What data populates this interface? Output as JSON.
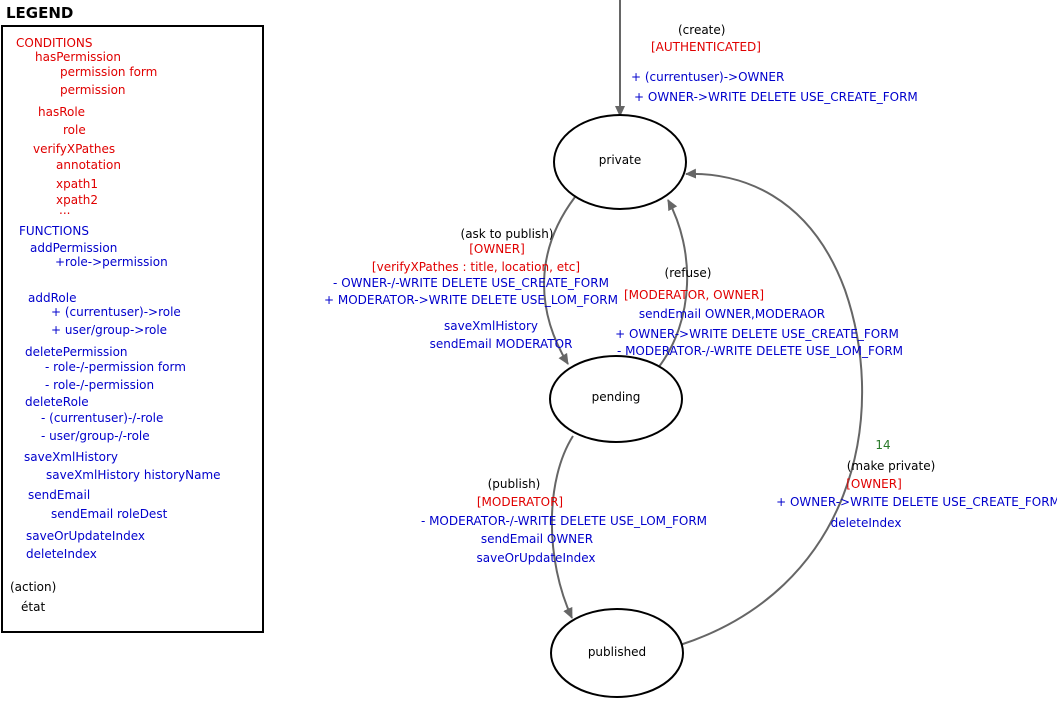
{
  "legend": {
    "title": "LEGEND",
    "conditions_header": "CONDITIONS",
    "has_permission": "hasPermission",
    "permission_form": "permission form",
    "permission": "permission",
    "has_role": "hasRole",
    "role": "role",
    "verify_xpathes": "verifyXPathes",
    "annotation": "annotation",
    "xpath1": "xpath1",
    "xpath2": "xpath2",
    "ellipsis": "...",
    "functions_header": "FUNCTIONS",
    "add_permission": "addPermission",
    "add_permission_arg": "+role->permission",
    "add_role": "addRole",
    "add_role_arg1": "+ (currentuser)->role",
    "add_role_arg2": "+ user/group->role",
    "delete_permission": "deletePermission",
    "delete_permission_arg1": "- role-/-permission form",
    "delete_permission_arg2": "- role-/-permission",
    "delete_role": "deleteRole",
    "delete_role_arg1": "- (currentuser)-/-role",
    "delete_role_arg2": "- user/group-/-role",
    "save_xml_history": "saveXmlHistory",
    "save_xml_history_arg": "saveXmlHistory historyName",
    "send_email": "sendEmail",
    "send_email_arg": "sendEmail roleDest",
    "save_or_update_index": "saveOrUpdateIndex",
    "delete_index": "deleteIndex",
    "action": "(action)",
    "etat": "état"
  },
  "states": {
    "private": "private",
    "pending": "pending",
    "published": "published"
  },
  "transitions": {
    "create": {
      "action": "(create)",
      "condition": "[AUTHENTICATED]",
      "func1": "+ (currentuser)->OWNER",
      "func2": "+ OWNER->WRITE DELETE USE_CREATE_FORM"
    },
    "ask_to_publish": {
      "action": "(ask to publish)",
      "condition1": "[OWNER]",
      "condition2": "[verifyXPathes : title, location, etc]",
      "func1": "- OWNER-/-WRITE DELETE USE_CREATE_FORM",
      "func2": "+ MODERATOR->WRITE DELETE USE_LOM_FORM",
      "func3": "saveXmlHistory",
      "func4": "sendEmail MODERATOR"
    },
    "refuse": {
      "action": "(refuse)",
      "condition": "[MODERATOR, OWNER]",
      "func1": "sendEmail OWNER,MODERAOR",
      "func2": "+ OWNER->WRITE DELETE USE_CREATE_FORM",
      "func3": "- MODERATOR-/-WRITE DELETE USE_LOM_FORM"
    },
    "publish": {
      "action": "(publish)",
      "condition": "[MODERATOR]",
      "func1": "- MODERATOR-/-WRITE DELETE USE_LOM_FORM",
      "func2": "sendEmail OWNER",
      "func3": "saveOrUpdateIndex"
    },
    "make_private": {
      "number": "14",
      "action": "(make private)",
      "condition": "[OWNER]",
      "func1": "+ OWNER->WRITE DELETE USE_CREATE_FORM",
      "func2": "deleteIndex"
    }
  },
  "colors": {
    "condition": "#e00000",
    "function": "#0000cc",
    "action": "#000000",
    "edge": "#666666",
    "number": "#2a7a2a"
  }
}
